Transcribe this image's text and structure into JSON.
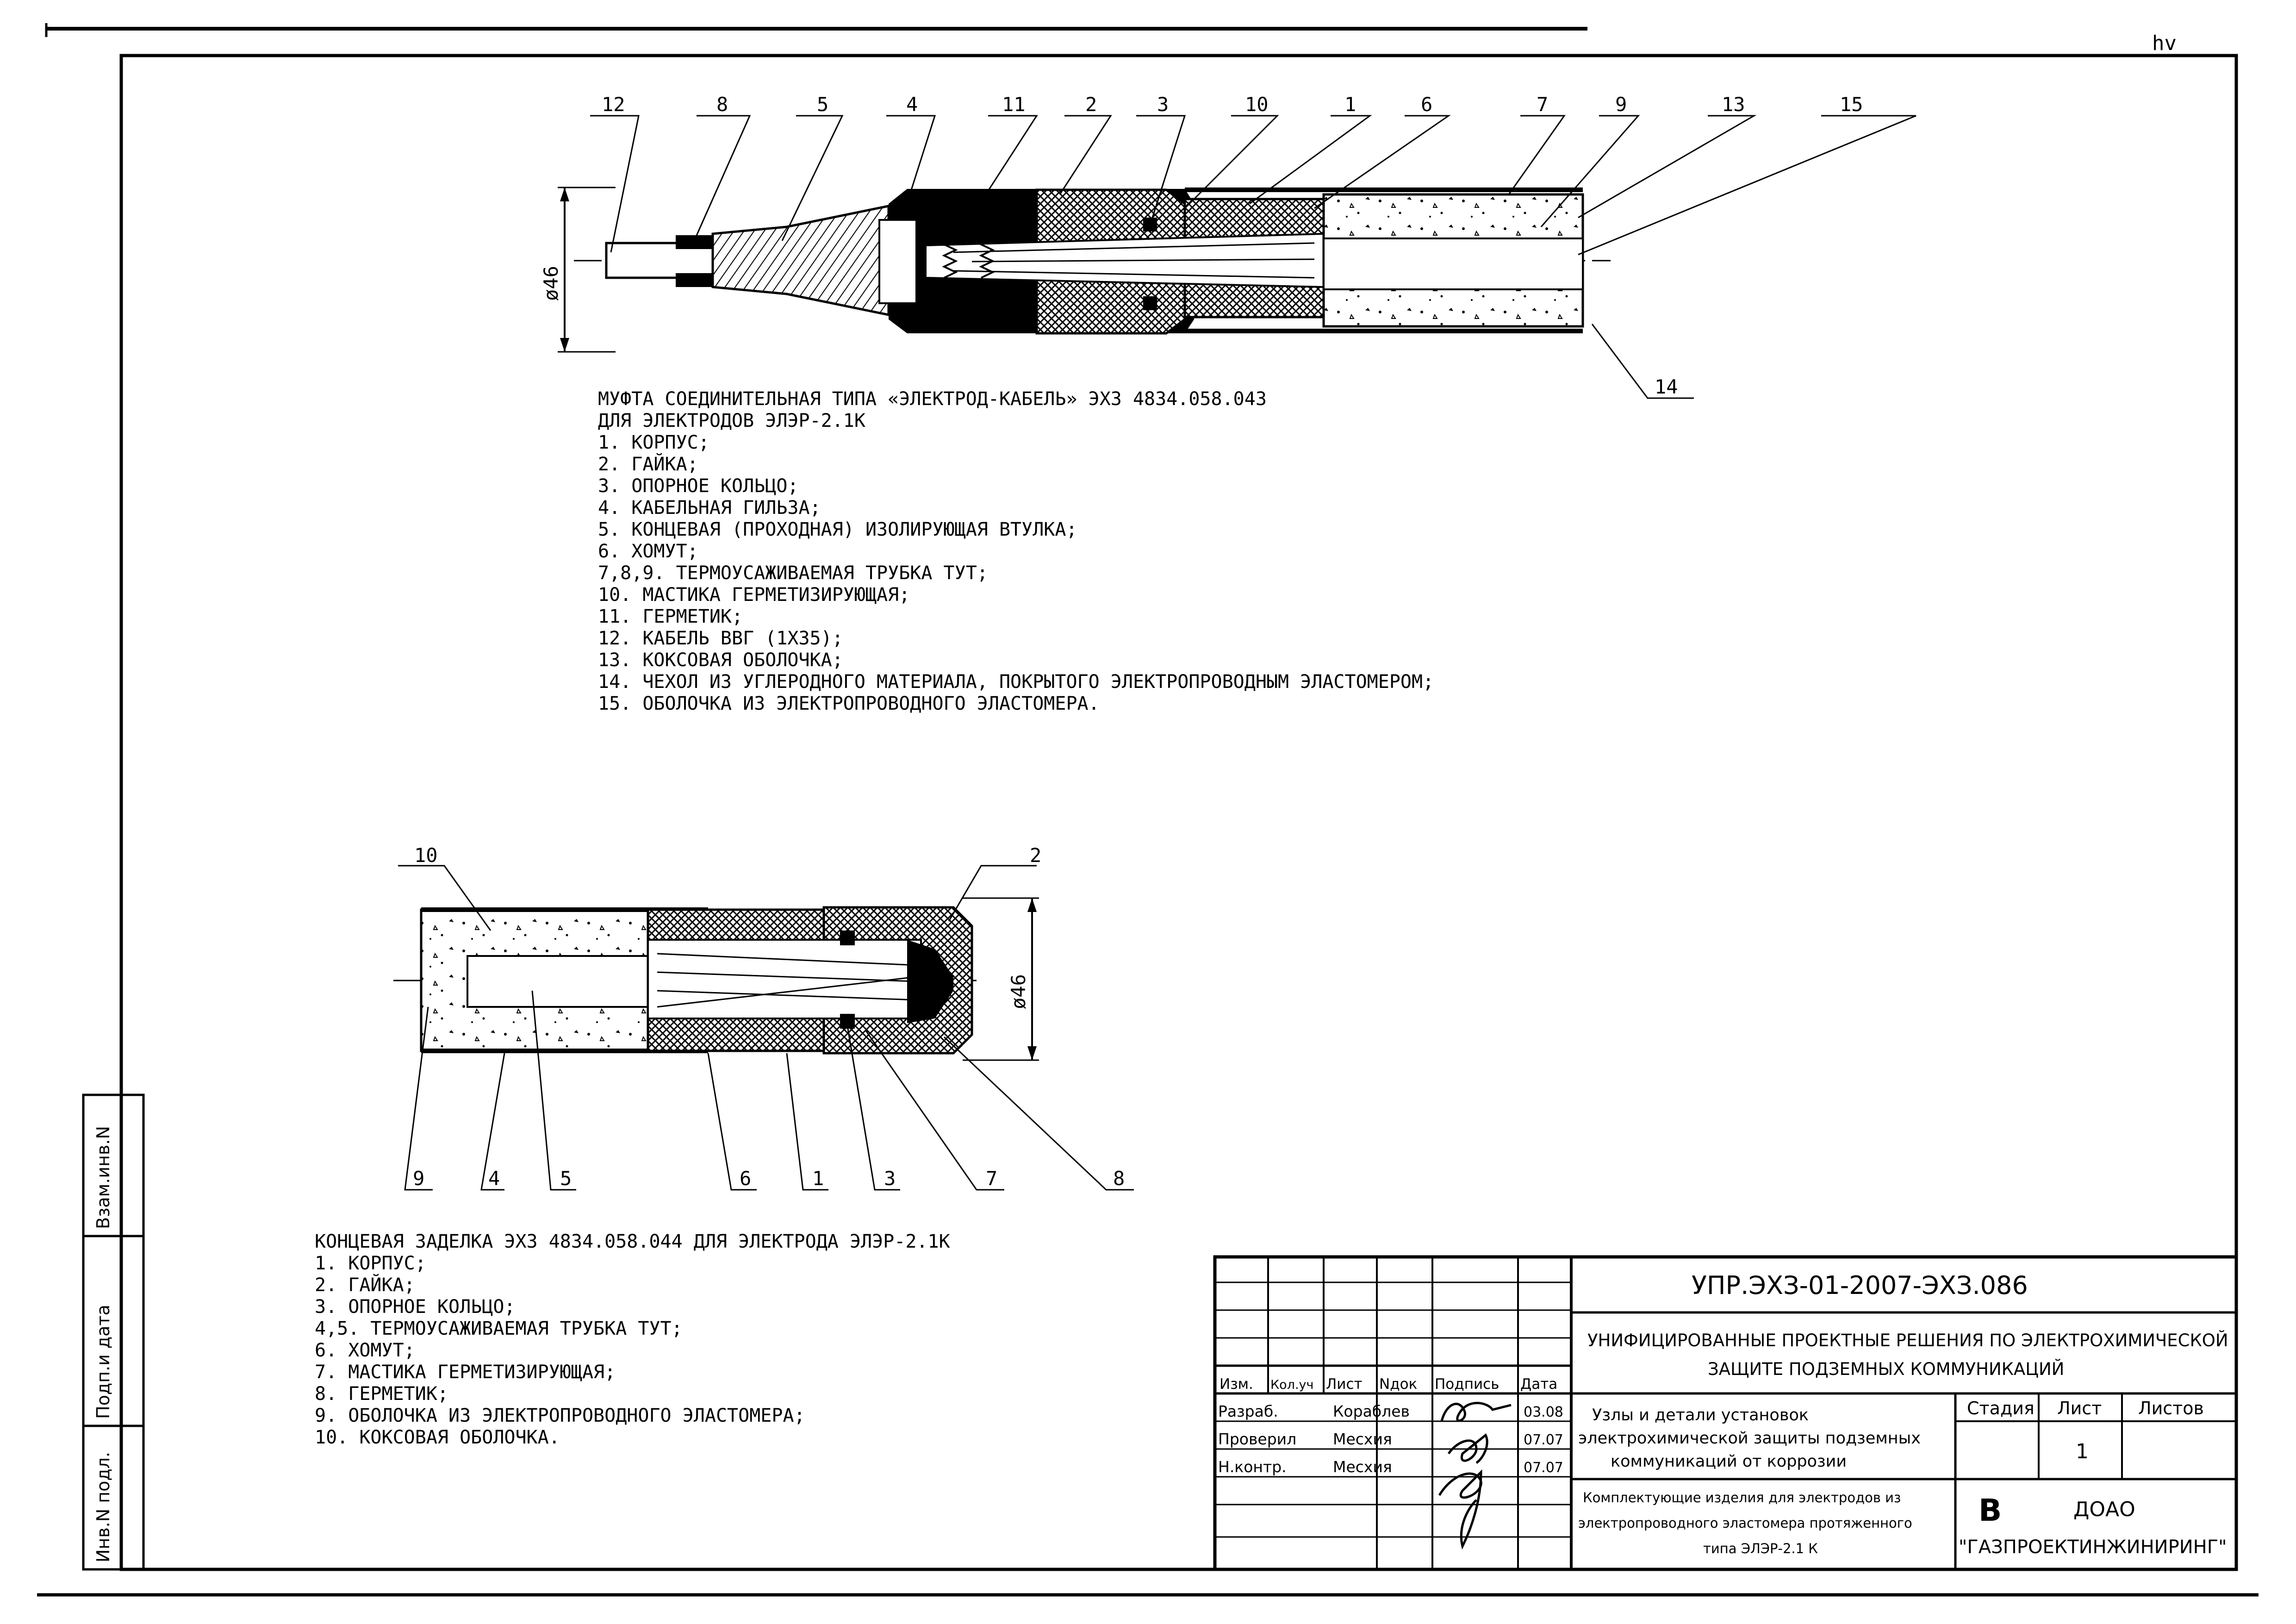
{
  "corner_mark": "hv",
  "drawing1": {
    "callouts_top": [
      "12",
      "8",
      "5",
      "4",
      "11",
      "2",
      "3",
      "10",
      "1",
      "6",
      "7",
      "9",
      "13",
      "15"
    ],
    "callout_bottom": "14",
    "dimension": "ø46",
    "caption": [
      "МУФТА СОЕДИНИТЕЛЬНАЯ ТИПА «ЭЛЕКТРОД-КАБЕЛЬ» ЭХЗ 4834.058.043",
      "ДЛЯ ЭЛЕКТРОДОВ ЭЛЭР-2.1К"
    ],
    "items": [
      "1. КОРПУС;",
      "2. ГАЙКА;",
      "3. ОПОРНОЕ КОЛЬЦО;",
      "4. КАБЕЛЬНАЯ ГИЛЬЗА;",
      "5. КОНЦЕВАЯ (ПРОХОДНАЯ) ИЗОЛИРУЮЩАЯ ВТУЛКА;",
      "6. ХОМУТ;",
      "7,8,9. ТЕРМОУСАЖИВАЕМАЯ ТРУБКА ТУТ;",
      "10. МАСТИКА ГЕРМЕТИЗИРУЮЩАЯ;",
      "11. ГЕРМЕТИК;",
      "12. КАБЕЛЬ ВВГ (1Х35);",
      "13. КОКСОВАЯ ОБОЛОЧКА;",
      "14. ЧЕХОЛ ИЗ УГЛЕРОДНОГО МАТЕРИАЛА, ПОКРЫТОГО ЭЛЕКТРОПРОВОДНЫМ ЭЛАСТОМЕРОМ;",
      "15. ОБОЛОЧКА ИЗ ЭЛЕКТРОПРОВОДНОГО ЭЛАСТОМЕРА."
    ]
  },
  "drawing2": {
    "callout_top_left": "10",
    "callout_top_right": "2",
    "callouts_bottom": [
      "9",
      "4",
      "5",
      "6",
      "1",
      "3",
      "7",
      "8"
    ],
    "dimension": "ø46",
    "caption": "КОНЦЕВАЯ ЗАДЕЛКА ЭХЗ 4834.058.044 ДЛЯ ЭЛЕКТРОДА ЭЛЭР-2.1К",
    "items": [
      "1. КОРПУС;",
      "2. ГАЙКА;",
      "3. ОПОРНОЕ КОЛЬЦО;",
      "4,5. ТЕРМОУСАЖИВАЕМАЯ ТРУБКА ТУТ;",
      "6. ХОМУТ;",
      "7. МАСТИКА ГЕРМЕТИЗИРУЮЩАЯ;",
      "8. ГЕРМЕТИК;",
      "9. ОБОЛОЧКА ИЗ ЭЛЕКТРОПРОВОДНОГО ЭЛАСТОМЕРА;",
      "10. КОКСОВАЯ ОБОЛОЧКА."
    ]
  },
  "side_stamp": [
    "Инв.N подл.",
    "Подп.и дата",
    "Взам.инв.N"
  ],
  "title_block": {
    "doc_code": "УПР.ЭХЗ-01-2007-ЭХЗ.086",
    "series_title": [
      "УНИФИЦИРОВАННЫЕ ПРОЕКТНЫЕ РЕШЕНИЯ ПО ЭЛЕКТРОХИМИЧЕСКОЙ",
      "ЗАЩИТЕ ПОДЗЕМНЫХ КОММУНИКАЦИЙ"
    ],
    "col_headers": [
      "Изм.",
      "Кол.уч",
      "Лист",
      "Nдок",
      "Подпись",
      "Дата"
    ],
    "roles": [
      "Разраб.",
      "Проверил",
      "Н.контр."
    ],
    "names": [
      "Кораблев",
      "Месхия",
      "Месхия"
    ],
    "dates": [
      "03.08",
      "07.07",
      "07.07"
    ],
    "album_title": [
      "Узлы и детали установок",
      "электрохимической защиты подземных",
      "коммуникаций от коррозии"
    ],
    "sheet_title": [
      "Комплектующие изделия для электродов из",
      "электропроводного эластомера протяженного",
      "типа ЭЛЭР-2.1 К"
    ],
    "stage_header": "Стадия",
    "sheet_header": "Лист",
    "sheets_header": "Листов",
    "sheet_no": "1",
    "company_line1": "ДОАО",
    "company_line2": "\"ГАЗПРОЕКТИНЖИНИРИНГ\"",
    "logo_letter": "B"
  }
}
